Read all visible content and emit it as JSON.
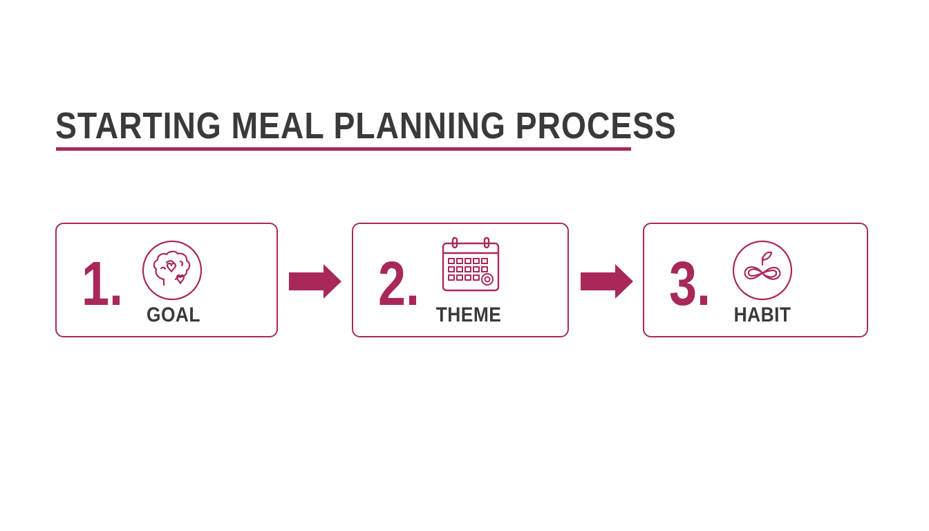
{
  "title": "STARTING MEAL PLANNING PROCESS",
  "colors": {
    "accent": "#a8285a",
    "text": "#3a3a3c",
    "background": "#ffffff"
  },
  "steps": [
    {
      "number": "1.",
      "label": "GOAL",
      "icon": "brain-heart-icon"
    },
    {
      "number": "2.",
      "label": "THEME",
      "icon": "calendar-icon"
    },
    {
      "number": "3.",
      "label": "HABIT",
      "icon": "infinity-leaf-icon"
    }
  ]
}
